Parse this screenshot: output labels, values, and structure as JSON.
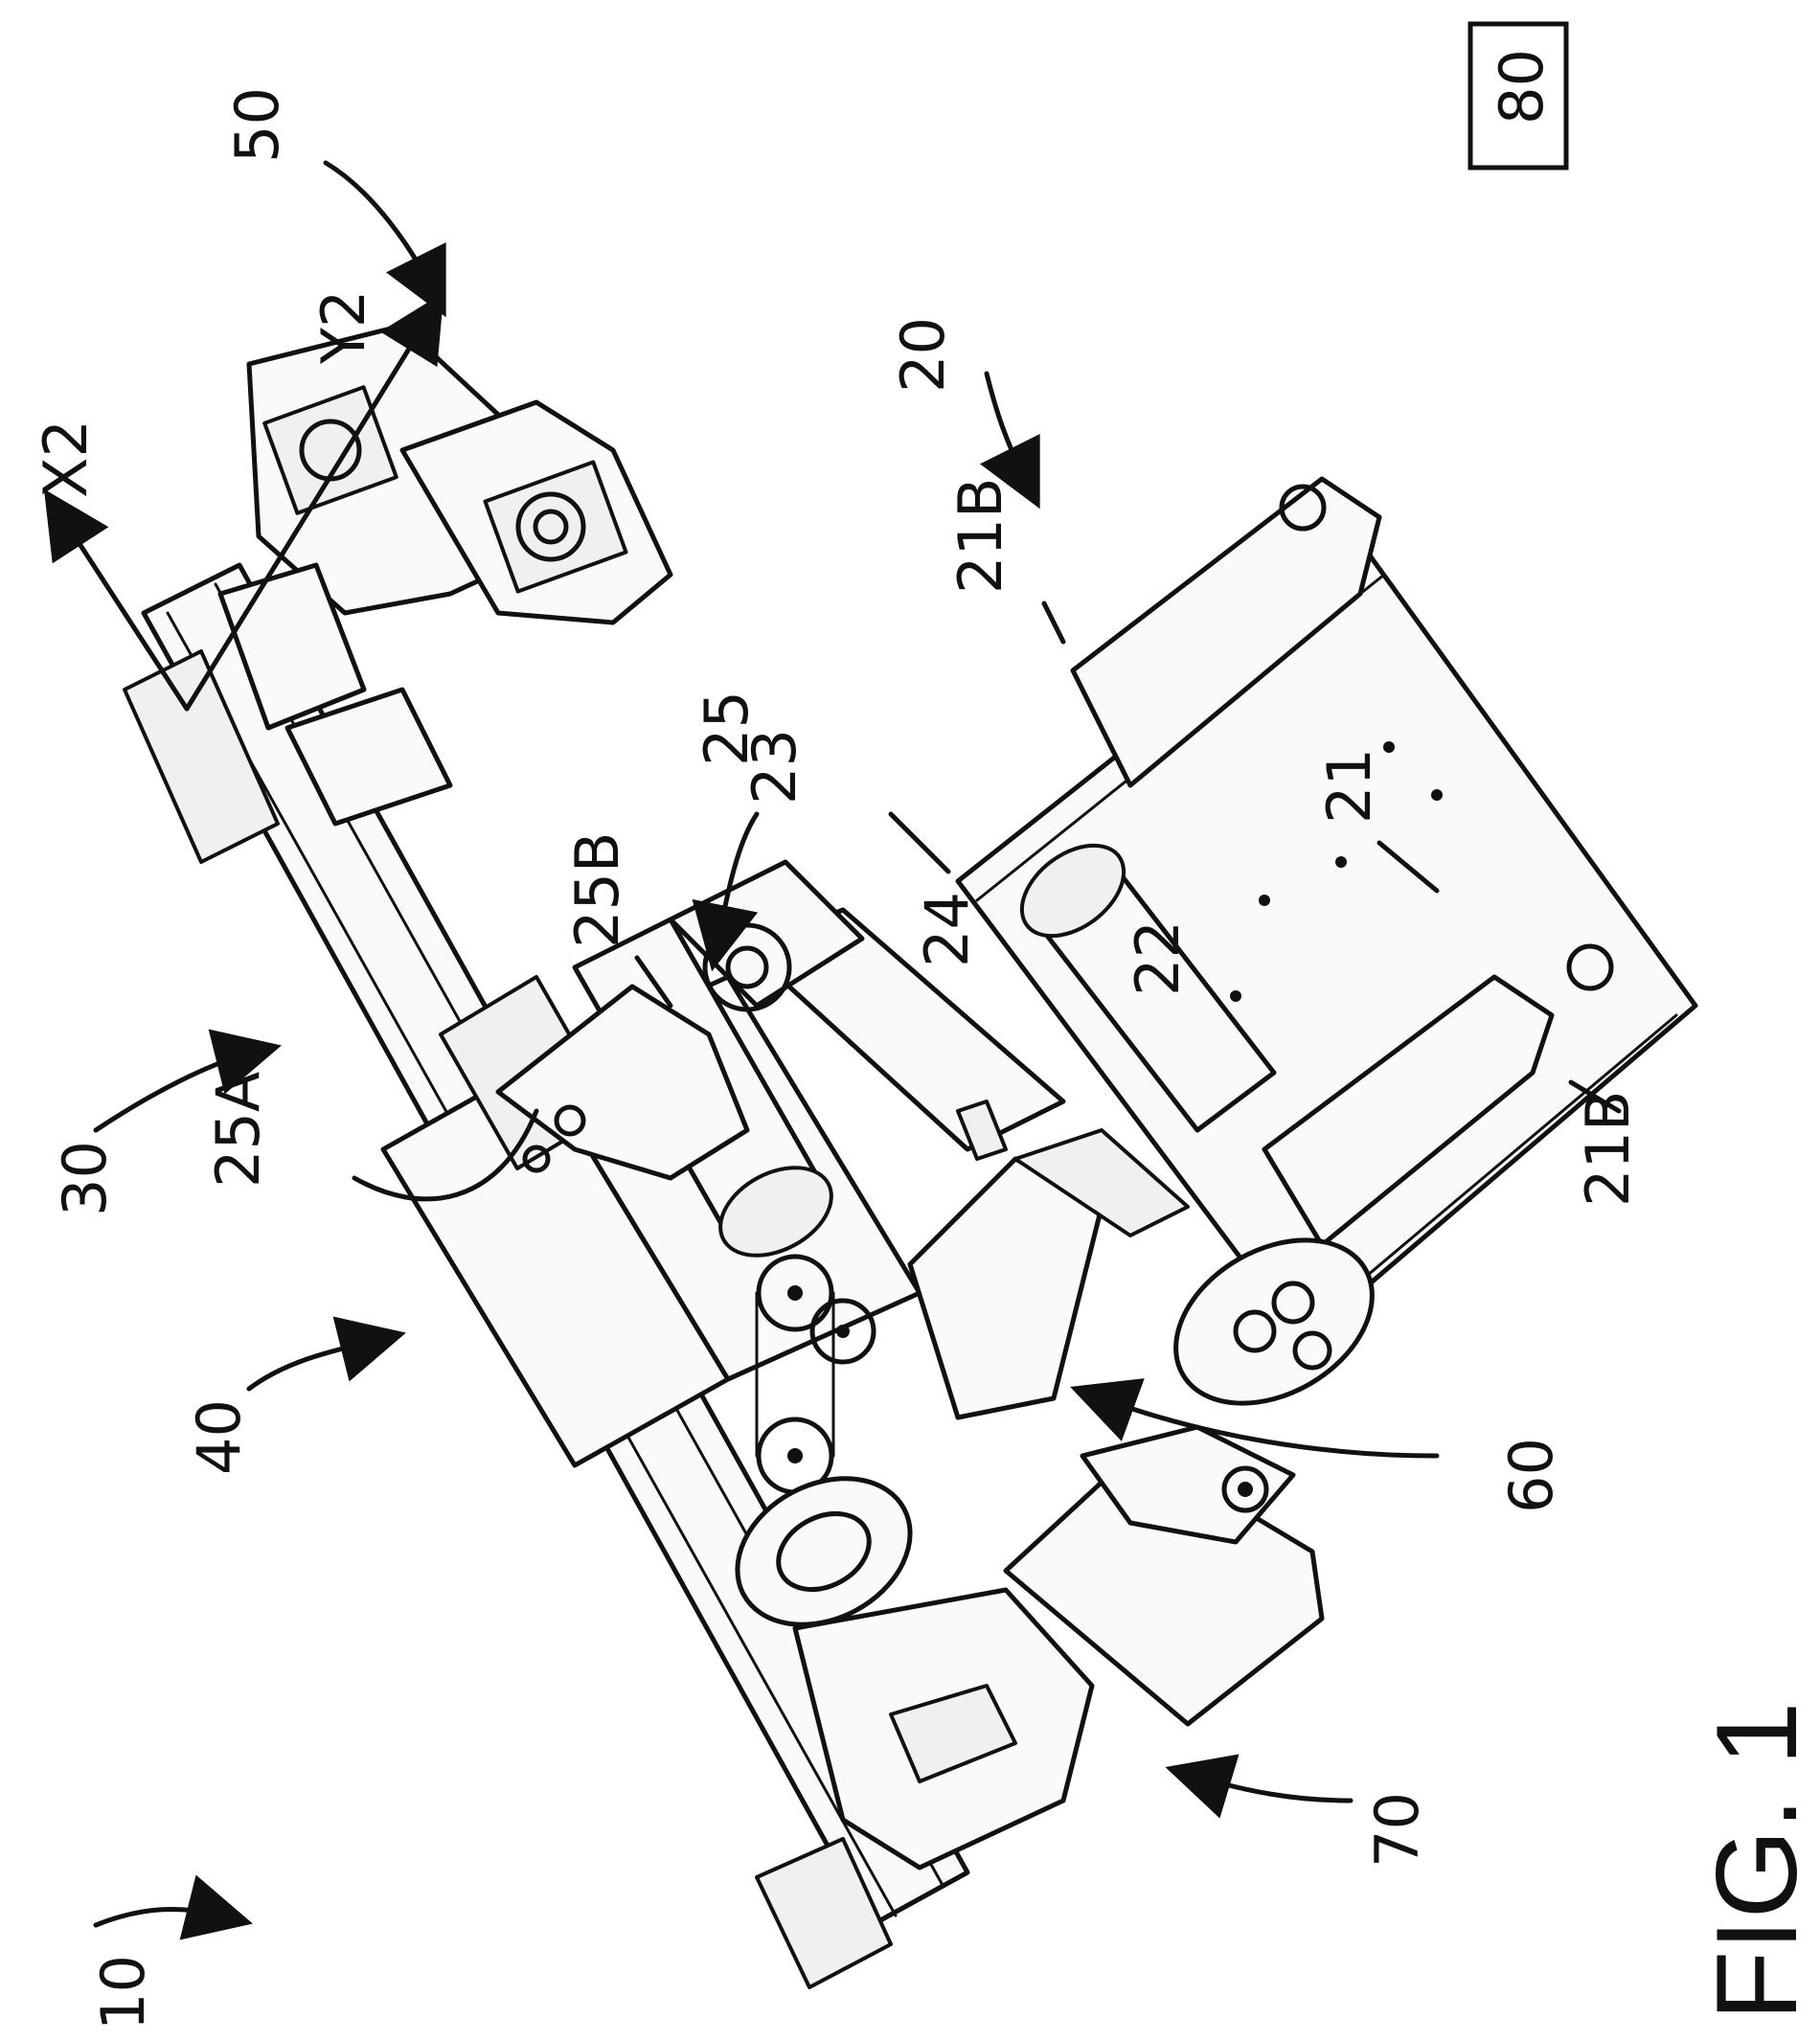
{
  "figure": {
    "caption": "FIG. 1",
    "sheet_box": "80",
    "labels": {
      "l10": "10",
      "l20": "20",
      "l21": "21",
      "l21B_top": "21B",
      "l21B_bottom": "21B",
      "l22": "22",
      "l23": "23",
      "l24": "24",
      "l25": "25",
      "l25A": "25A",
      "l25B": "25B",
      "l30": "30",
      "l40": "40",
      "l50": "50",
      "l60": "60",
      "l70": "70",
      "lX2": "X2",
      "lY2": "Y2"
    }
  }
}
